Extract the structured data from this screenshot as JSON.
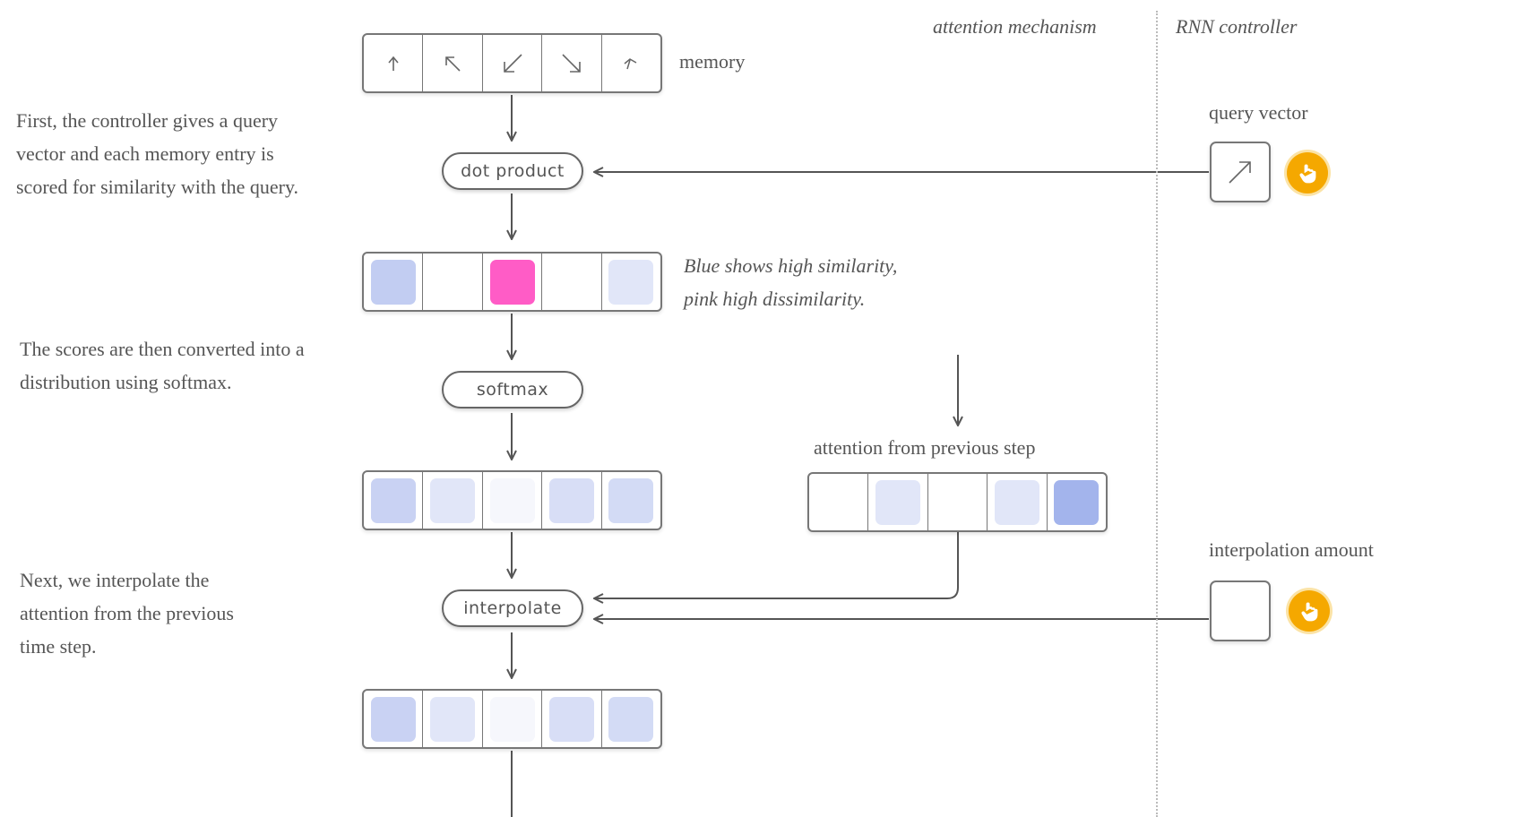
{
  "headers": {
    "attention": "attention mechanism",
    "controller": "RNN controller"
  },
  "labels": {
    "memory": "memory",
    "query_vector": "query vector",
    "attention_prev": "attention from previous step",
    "interp_amount": "interpolation amount"
  },
  "notes": {
    "similarity_line1": "Blue shows high similarity,",
    "similarity_line2": "pink high dissimilarity."
  },
  "paragraphs": {
    "p1": "First, the controller gives a query vector and each memory entry is scored for similarity with the query.",
    "p2": "The scores are then converted into a distribution using softmax.",
    "p3": "Next, we interpolate the attention from the previous time step."
  },
  "operations": {
    "dot": "dot product",
    "softmax": "softmax",
    "interp": "interpolate"
  },
  "colors": {
    "blue_strong": "#a3b4ec",
    "blue_mid": "#c2cdf2",
    "blue_light": "#d3dbf5",
    "blue_pale": "#e1e6f8",
    "blue_faint": "#f6f7fc",
    "pink": "#ff5cc6",
    "accent_orange": "#f5a800"
  },
  "icons": {
    "memory_arrows": [
      "arrow-up-icon",
      "arrow-up-left-icon",
      "arrow-down-left-icon",
      "arrow-down-right-icon",
      "arrow-up-small-icon"
    ],
    "query": "arrow-up-right-icon",
    "hand": "hand-pointer-icon"
  }
}
